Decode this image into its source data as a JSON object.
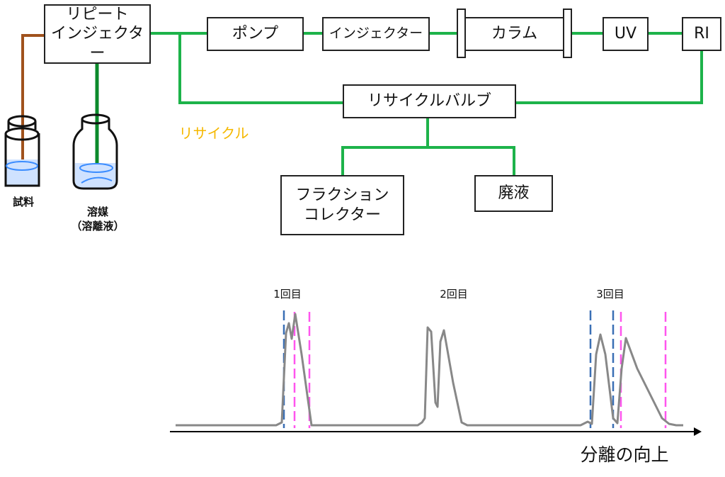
{
  "components": {
    "repeat_injector": [
      "リピート",
      "インジェクター"
    ],
    "pump": "ポンプ",
    "injector": "インジェクター",
    "column": "カラム",
    "uv": "UV",
    "ri": "RI",
    "recycle_valve": "リサイクルバルブ",
    "fraction_collector": [
      "フラクション",
      "コレクター"
    ],
    "waste": "廃液"
  },
  "labels": {
    "sample": "試料",
    "solvent": "溶媒",
    "eluent": "（溶離液）",
    "recycle": "リサイクル"
  },
  "chart": {
    "cycles": [
      "1回目",
      "2回目",
      "3回目"
    ],
    "axis_label": "分離の向上"
  },
  "colors": {
    "flow_line": "#1db34a",
    "sample_line": "#a0521d",
    "solvent_line": "#0b8a2b",
    "recycle_text": "#f5b800",
    "cut_blue": "#3a6fb5",
    "cut_pink": "#ff55ee"
  }
}
